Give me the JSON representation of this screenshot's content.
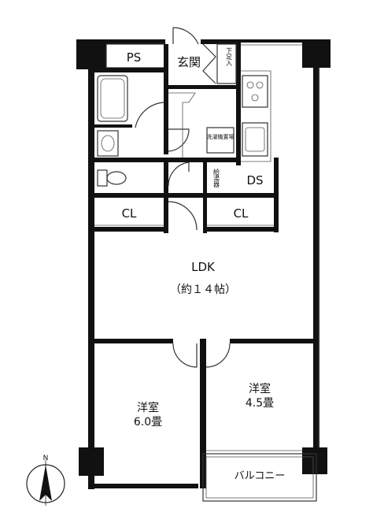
{
  "rooms": {
    "ps": "PS",
    "entrance": "玄関",
    "shoe_storage": "下足入",
    "water_heater": "給湯器",
    "laundry_machine": "洗濯機置場",
    "ds": "DS",
    "cl_left": "CL",
    "cl_right": "CL",
    "ldk": "LDK",
    "ldk_size": "（約１４帖）",
    "western_room_1": "洋室",
    "western_room_1_size": "6.0畳",
    "western_room_2": "洋室",
    "western_room_2_size": "4.5畳",
    "balcony": "バルコニー"
  },
  "compass": {
    "north": "N"
  }
}
